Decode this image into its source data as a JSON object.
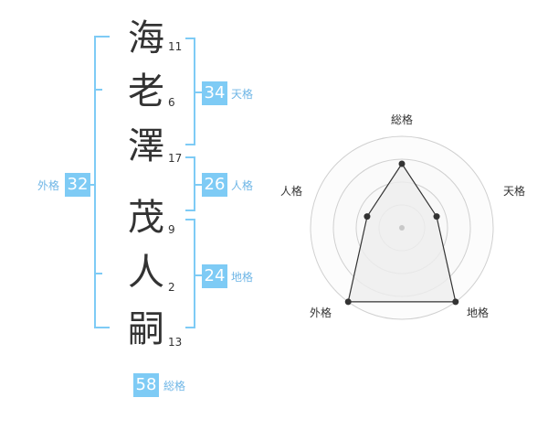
{
  "name": {
    "chars": [
      {
        "char": "海",
        "strokes": "11"
      },
      {
        "char": "老",
        "strokes": "6"
      },
      {
        "char": "澤",
        "strokes": "17"
      },
      {
        "char": "茂",
        "strokes": "9"
      },
      {
        "char": "人",
        "strokes": "2"
      },
      {
        "char": "嗣",
        "strokes": "13"
      }
    ]
  },
  "kakusu": {
    "tenkaku": {
      "value": "34",
      "label": "天格"
    },
    "jinkaku": {
      "value": "26",
      "label": "人格"
    },
    "chikaku": {
      "value": "24",
      "label": "地格"
    },
    "gaikaku": {
      "value": "32",
      "label": "外格"
    },
    "soukaku": {
      "value": "58",
      "label": "総格"
    }
  },
  "radar": {
    "axes": [
      "総格",
      "天格",
      "地格",
      "外格",
      "人格"
    ],
    "levels": [
      0.7,
      0.4,
      1.0,
      1.0,
      0.4
    ],
    "colors": {
      "bracket": "#7ecbf5",
      "grid": "#d0d0d0",
      "fill": "#eeeeee",
      "line": "#333333"
    }
  }
}
